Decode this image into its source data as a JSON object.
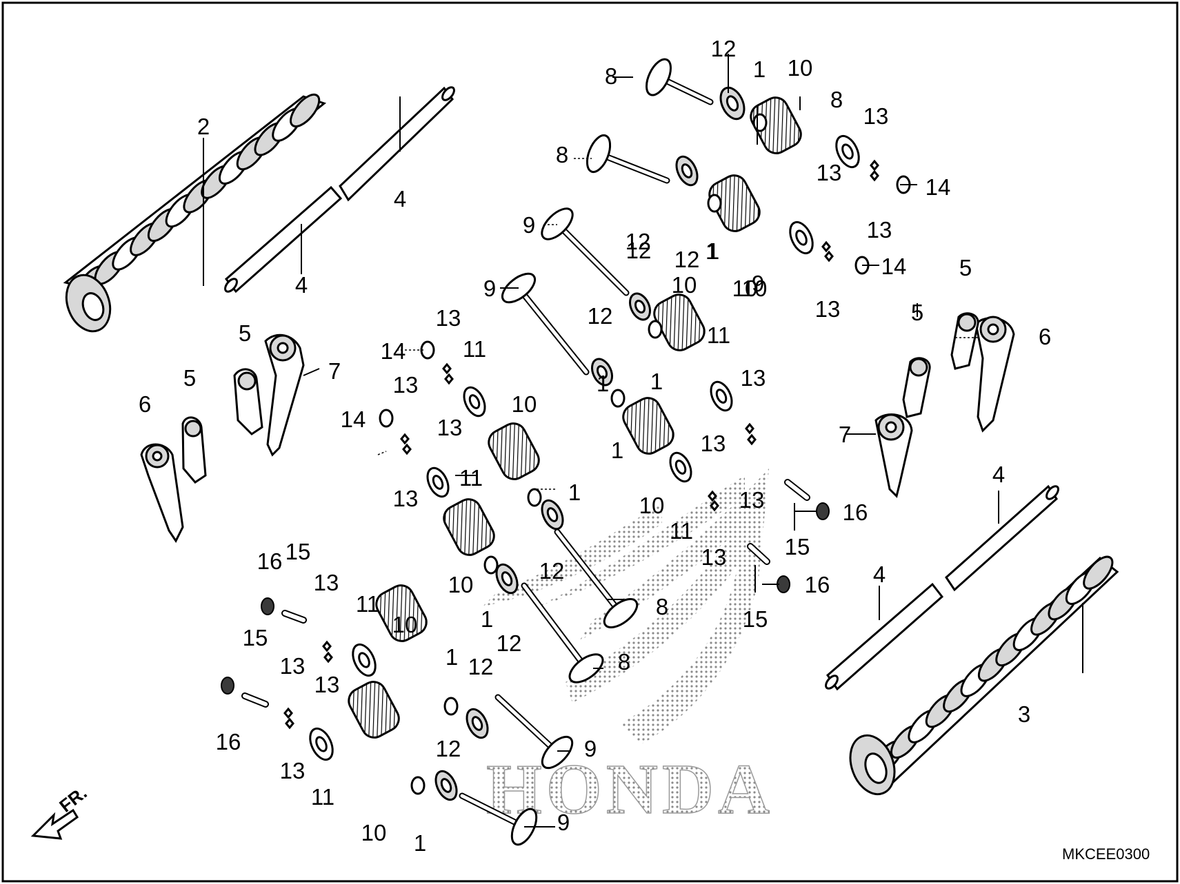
{
  "figure_code": "MKCEE0300",
  "direction_label": "FR.",
  "watermark_text": "HONDA",
  "colors": {
    "line": "#000000",
    "background": "#ffffff",
    "watermark": "#9a9a9a"
  },
  "callouts": [
    "1",
    "2",
    "3",
    "4",
    "5",
    "6",
    "7",
    "8",
    "9",
    "10",
    "11",
    "12",
    "13",
    "14",
    "15",
    "16"
  ]
}
